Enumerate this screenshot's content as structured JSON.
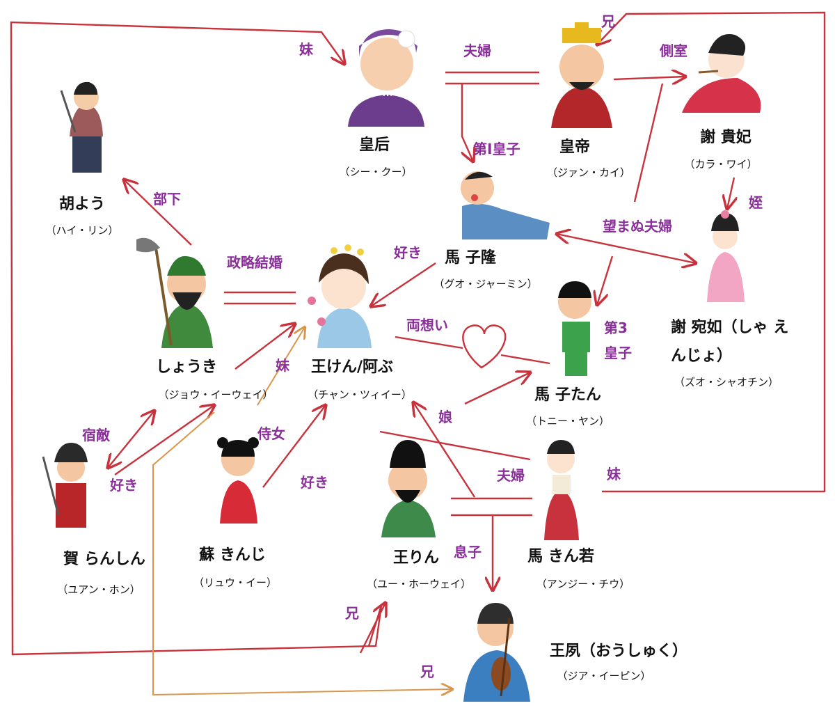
{
  "people": {
    "empress": {
      "name": "皇后",
      "reading": "（シー・クー）"
    },
    "emperor": {
      "name": "皇帝",
      "reading": "（ジァン・カイ）"
    },
    "consort": {
      "name": "謝 貴妃",
      "reading": "（カラ・ワイ）"
    },
    "hu": {
      "name": "胡よう",
      "reading": "（ハイ・リン）"
    },
    "ma_zilong": {
      "name": "馬 子隆",
      "reading": "（グオ・ジャーミン）"
    },
    "shouki": {
      "name": "しょうき",
      "reading": "（ジョウ・イーウェイ）"
    },
    "wang_ken": {
      "name": "王けん/阿ぶ",
      "reading": "（チャン・ツィイー）"
    },
    "ma_zitan": {
      "name": "馬 子たん",
      "reading": "（トニー・ヤン）"
    },
    "xie_wanru": {
      "name": "謝 宛如（しゃ え\nんじょ）",
      "name1": "謝 宛如（しゃ え",
      "name2": "んじょ）",
      "reading": "（ズオ・シャオチン）"
    },
    "he": {
      "name": "賀 らんしん",
      "reading": "（ユアン・ホン）"
    },
    "su": {
      "name": "蘇 きんじ",
      "reading": "（リュウ・イー）"
    },
    "wang_lin": {
      "name": "王りん",
      "reading": "（ユー・ホーウェイ）"
    },
    "ma_kinjaku": {
      "name": "馬 きん若",
      "reading": "（アンジー・チウ）"
    },
    "wang_su": {
      "name": "王夙（おうしゅく）",
      "reading": "（ジア・イーピン）"
    }
  },
  "relations": {
    "sister_top": "妹",
    "couple_top": "夫婦",
    "brother_top": "兄",
    "concubine": "側室",
    "subordinate": "部下",
    "first_prince": "第Ⅰ皇子",
    "niece": "姪",
    "unwanted_couple": "望まぬ夫婦",
    "political_marriage": "政略結婚",
    "likes_1": "好き",
    "mutual_love": "両想い",
    "third_prince_1": "第3",
    "third_prince_2": "皇子",
    "sister_mid": "妹",
    "rival": "宿敵",
    "likes_2": "好き",
    "maid": "侍女",
    "daughter": "娘",
    "likes_3": "好き",
    "couple_bottom": "夫婦",
    "sister_right": "妹",
    "son": "息子",
    "brother_1": "兄",
    "brother_2": "兄"
  },
  "colors": {
    "line": "#c8323c",
    "line_secondary": "#d9954a",
    "label": "#8a2f9a"
  },
  "icons": [
    "empress-icon",
    "emperor-icon",
    "consort-icon",
    "swordswoman-icon",
    "lazy-prince-icon",
    "general-icon",
    "princess-icon",
    "young-prince-icon",
    "pink-princess-icon",
    "samurai-icon",
    "maid-girl-icon",
    "official-icon",
    "hanbok-woman-icon",
    "musician-icon",
    "heart-icon"
  ]
}
